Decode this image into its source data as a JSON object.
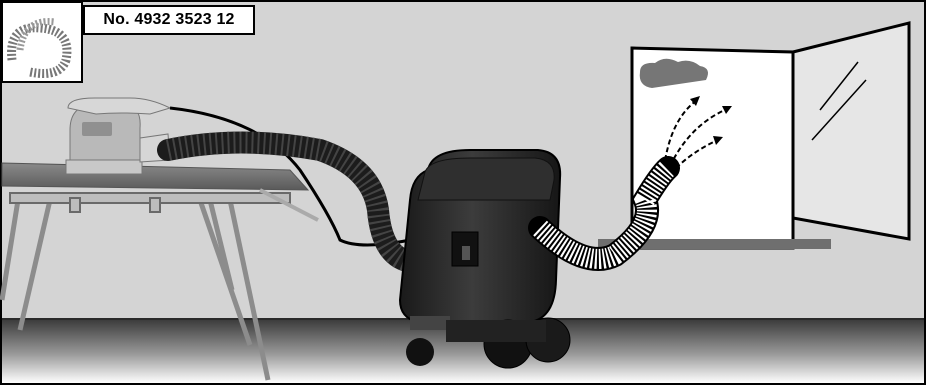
{
  "part_number_label": "No. 4932 3523 12",
  "colors": {
    "wall": "#d4d4d4",
    "frame": "#000000",
    "floor_top": "#3a3a3a",
    "floor_bottom": "#ffffff",
    "vacuum_body": "#262626",
    "hose": "#1c1c1c",
    "window_sill": "#6f6f6f",
    "cloud": "#767676"
  },
  "icons": [
    "hose-accessory-icon",
    "dust-extractor",
    "orbital-sander",
    "workbench",
    "open-window",
    "dust-cloud",
    "exhaust-arrows"
  ]
}
